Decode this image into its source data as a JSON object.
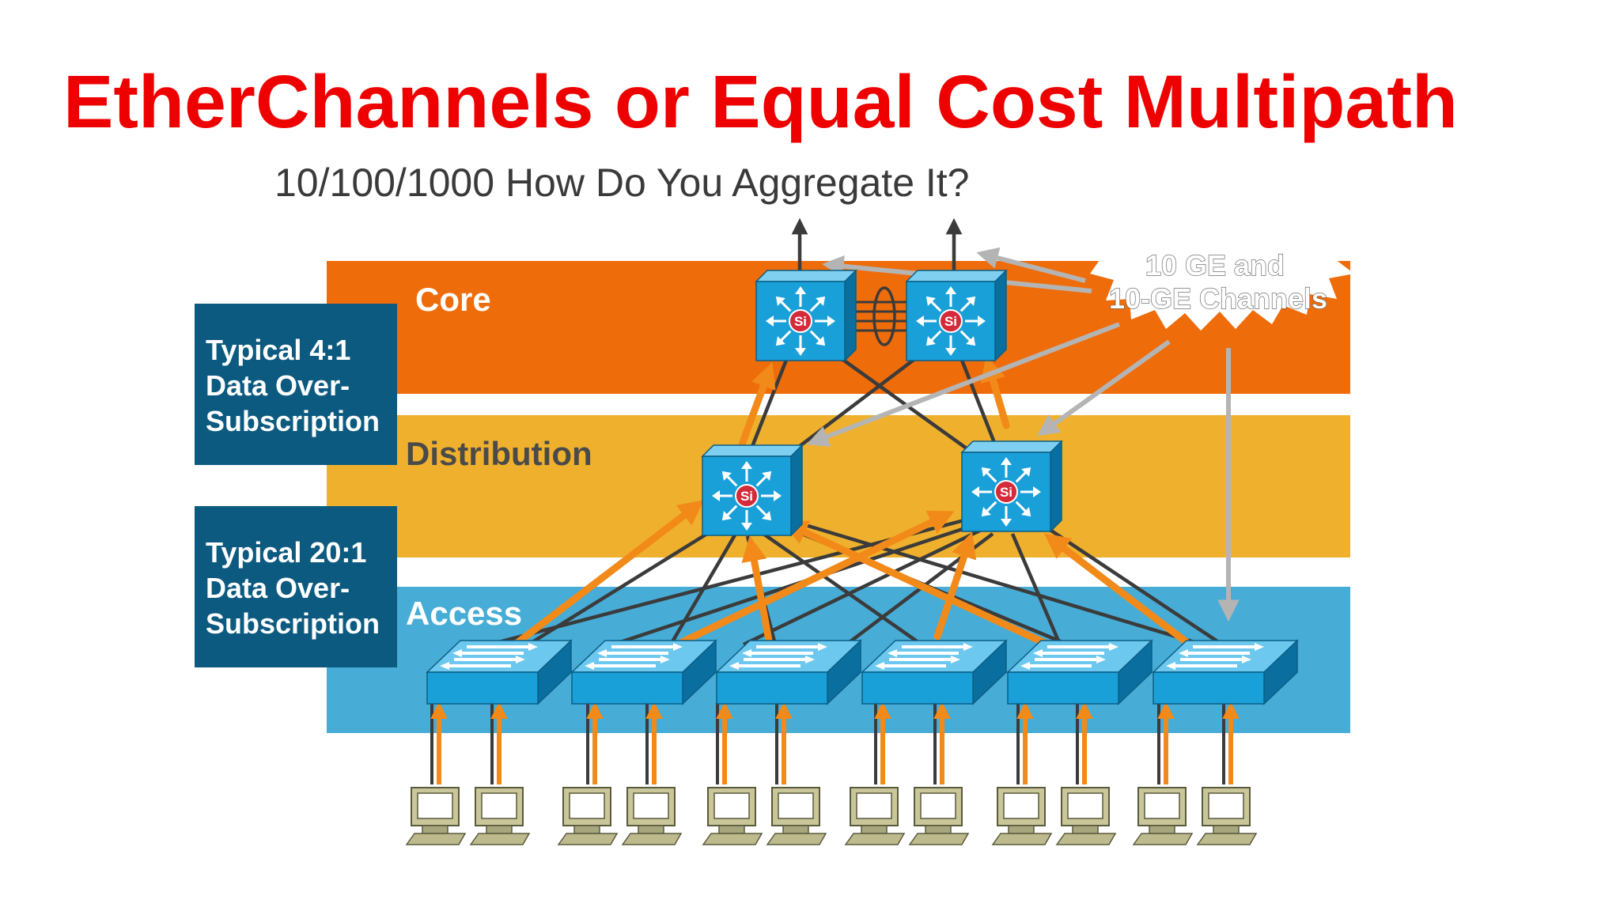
{
  "title": "EtherChannels or Equal Cost Multipath",
  "subtitle": "10/100/1000 How Do You Aggregate It?",
  "layers": {
    "core": "Core",
    "distribution": "Distribution",
    "access": "Access"
  },
  "boxes": {
    "upper": [
      "Typical 4:1",
      "Data Over-",
      "Subscription"
    ],
    "lower": [
      "Typical 20:1",
      "Data Over-",
      "Subscription"
    ]
  },
  "callout": [
    "10 GE and",
    "10-GE Channels"
  ],
  "switch_badge": "Si",
  "colors": {
    "title": "#ee0000",
    "core_band": "#ef6c0a",
    "distribution_band": "#efb12d",
    "access_band": "#47acd6",
    "info_box": "#0d5a80",
    "traffic_arrow": "#f28a1a",
    "link": "#3b3b3b",
    "callout_arrow": "#b4b4b4"
  },
  "icons": {
    "core_switch": "layer3-switch-icon",
    "distribution_switch": "layer3-switch-icon",
    "access_switch": "workgroup-switch-icon",
    "host": "workstation-icon"
  }
}
